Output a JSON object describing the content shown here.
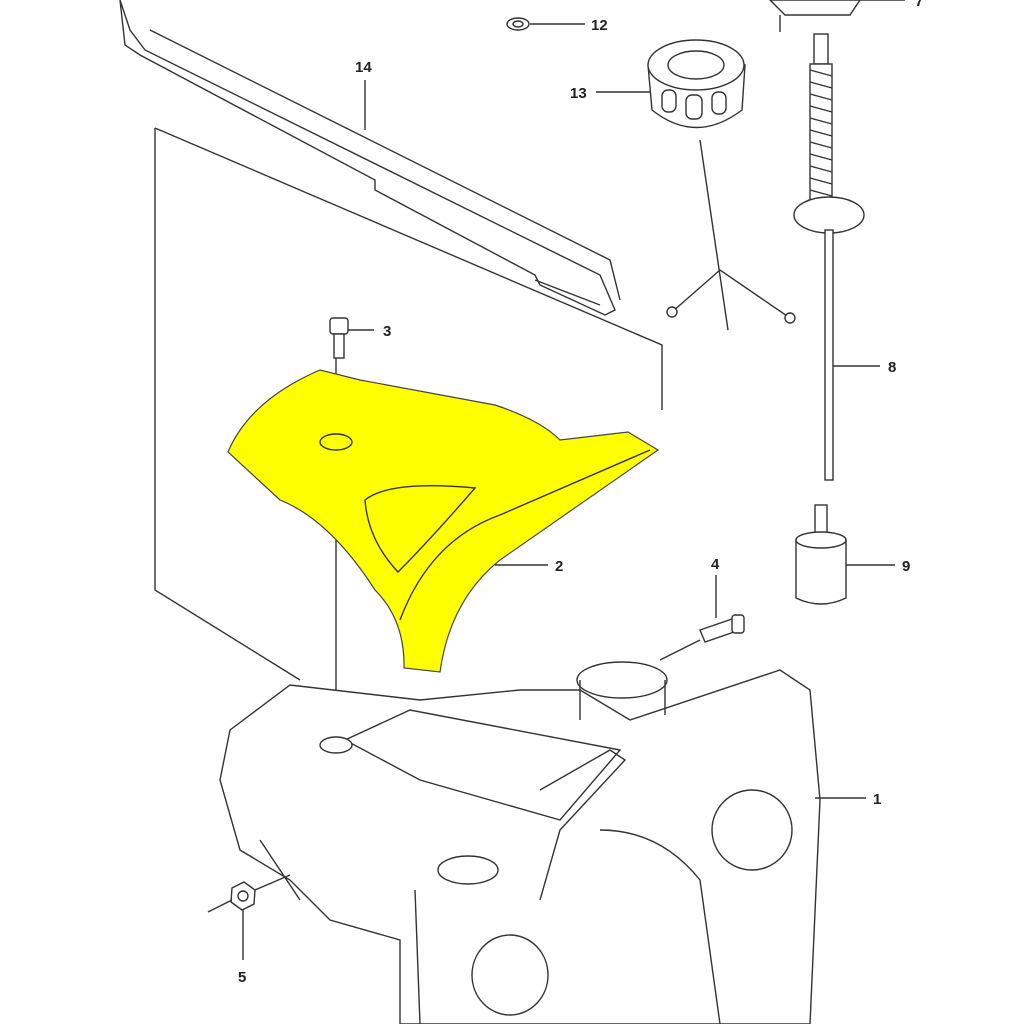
{
  "diagram": {
    "highlight_color": "#ffff00",
    "highlighted_part": "2",
    "callouts": [
      {
        "id": "c12",
        "label": "12"
      },
      {
        "id": "c7",
        "label": "7"
      },
      {
        "id": "c14",
        "label": "14"
      },
      {
        "id": "c13",
        "label": "13"
      },
      {
        "id": "c3",
        "label": "3"
      },
      {
        "id": "c8",
        "label": "8"
      },
      {
        "id": "c2",
        "label": "2"
      },
      {
        "id": "c9",
        "label": "9"
      },
      {
        "id": "c4",
        "label": "4"
      },
      {
        "id": "c1",
        "label": "1"
      },
      {
        "id": "c5",
        "label": "5"
      }
    ]
  }
}
